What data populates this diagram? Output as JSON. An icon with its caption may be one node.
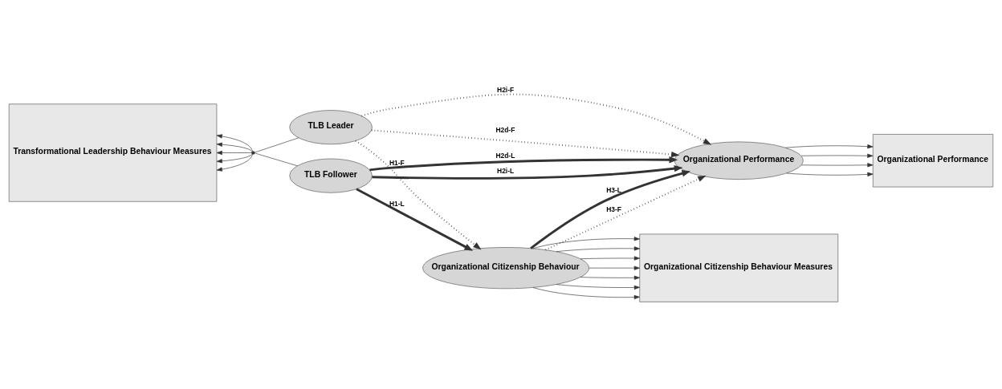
{
  "diagram": {
    "nodes": [
      {
        "text": [
          "Transformational Leadership Behaviour Measures"
        ]
      },
      {
        "text": [
          "TLB Leader"
        ]
      },
      {
        "text": [
          "TLB Follower"
        ]
      },
      {
        "text": [
          "Organizational Citizenship Behaviour"
        ]
      },
      {
        "text": [
          "Organizational Performance"
        ]
      },
      {
        "text": [
          "Organizational Citizenship Behaviour Measures"
        ]
      },
      {
        "text": [
          "Organizational Performance"
        ]
      },
      {
        "text": [],
        "shape": "brace"
      }
    ],
    "edges": [
      {
        "from": 1,
        "to": 7,
        "arrow": "none"
      },
      {
        "from": 2,
        "to": 7,
        "arrow": "none"
      },
      {
        "from": 7,
        "to": 0,
        "arrow": "to"
      },
      {
        "from": 7,
        "to": 0,
        "arrow": "to"
      },
      {
        "from": 7,
        "to": 0,
        "arrow": "to"
      },
      {
        "from": 7,
        "to": 0,
        "arrow": "to"
      },
      {
        "from": 7,
        "to": 0,
        "arrow": "to"
      },
      {
        "from": 1,
        "to": 3,
        "arrow": "to",
        "label": "H1-F",
        "style": "dashed"
      },
      {
        "from": 1,
        "to": 4,
        "arrow": "to",
        "label": "H2i-F",
        "style": "dashed"
      },
      {
        "from": 1,
        "to": 4,
        "arrow": "to",
        "label": "H2d-F",
        "style": "dashed"
      },
      {
        "from": 2,
        "to": 3,
        "arrow": "to",
        "label": "H1-L",
        "style": "thick"
      },
      {
        "from": 2,
        "to": 4,
        "arrow": "to",
        "label": "H2i-L",
        "style": "thick"
      },
      {
        "from": 2,
        "to": 4,
        "arrow": "to",
        "label": "H2d-L",
        "style": "thick"
      },
      {
        "from": 3,
        "to": 4,
        "arrow": "to",
        "label": "H3-L",
        "style": "thick"
      },
      {
        "from": 3,
        "to": 4,
        "arrow": "to",
        "label": "H3-F",
        "style": "dashed"
      },
      {
        "from": 3,
        "to": 5,
        "arrow": "to"
      },
      {
        "from": 3,
        "to": 5,
        "arrow": "to"
      },
      {
        "from": 3,
        "to": 5,
        "arrow": "to"
      },
      {
        "from": 3,
        "to": 5,
        "arrow": "to"
      },
      {
        "from": 3,
        "to": 5,
        "arrow": "to"
      },
      {
        "from": 3,
        "to": 5,
        "arrow": "to"
      },
      {
        "from": 3,
        "to": 5,
        "arrow": "to"
      },
      {
        "from": 4,
        "to": 6,
        "arrow": "to"
      },
      {
        "from": 4,
        "to": 6,
        "arrow": "to"
      },
      {
        "from": 4,
        "to": 6,
        "arrow": "to"
      },
      {
        "from": 4,
        "to": 6,
        "arrow": "to"
      }
    ]
  }
}
